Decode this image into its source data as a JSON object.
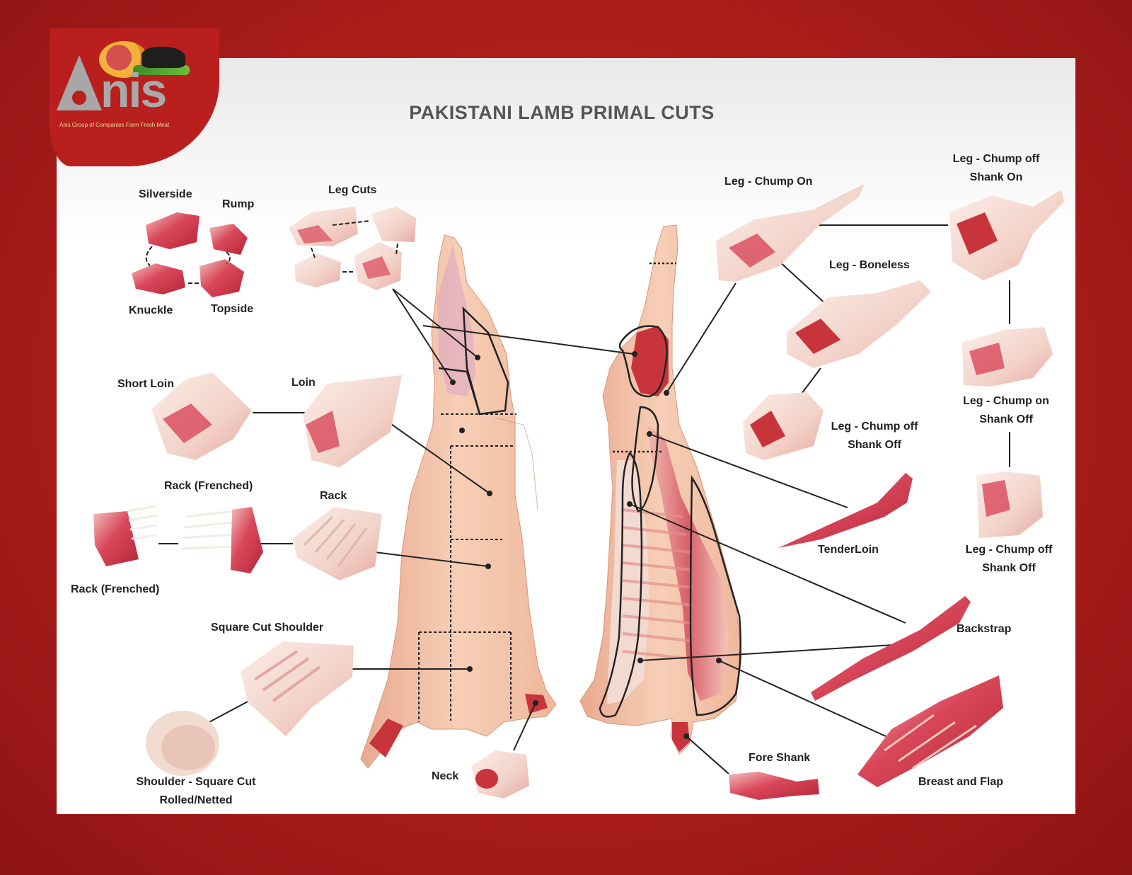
{
  "title": "PAKISTANI LAMB PRIMAL CUTS",
  "logo": {
    "word": "nis",
    "tagline": "Anis Group of Companies   Farm Fresh Meat"
  },
  "labels": {
    "silverside": "Silverside",
    "rump": "Rump",
    "knuckle": "Knuckle",
    "topside": "Topside",
    "leg_cuts": "Leg Cuts",
    "short_loin": "Short Loin",
    "loin": "Loin",
    "rack_frenched_top": "Rack (Frenched)",
    "rack": "Rack",
    "rack_frenched_bottom": "Rack (Frenched)",
    "square_cut_shoulder": "Square Cut Shoulder",
    "shoulder_rolled_1": "Shoulder - Square Cut",
    "shoulder_rolled_2": "Rolled/Netted",
    "neck": "Neck",
    "leg_chump_on": "Leg - Chump On",
    "leg_chump_off_shank_on_1": "Leg - Chump off",
    "leg_chump_off_shank_on_2": "Shank On",
    "leg_boneless": "Leg - Boneless",
    "leg_chump_off_shank_off_mid_1": "Leg - Chump off",
    "leg_chump_off_shank_off_mid_2": "Shank Off",
    "leg_chump_on_shank_off_1": "Leg - Chump on",
    "leg_chump_on_shank_off_2": "Shank Off",
    "tenderloin": "TenderLoin",
    "leg_chump_off_shank_off_right_1": "Leg - Chump off",
    "leg_chump_off_shank_off_right_2": "Shank Off",
    "backstrap": "Backstrap",
    "fore_shank": "Fore Shank",
    "breast_and_flap": "Breast and Flap"
  },
  "colors": {
    "background_red": "#b81f1d",
    "meat_red": "#c8343c",
    "meat_light": "#e98f8f",
    "fat": "#f6e4dc",
    "carcass_fat": "#f1c3a9",
    "line": "#222222"
  }
}
